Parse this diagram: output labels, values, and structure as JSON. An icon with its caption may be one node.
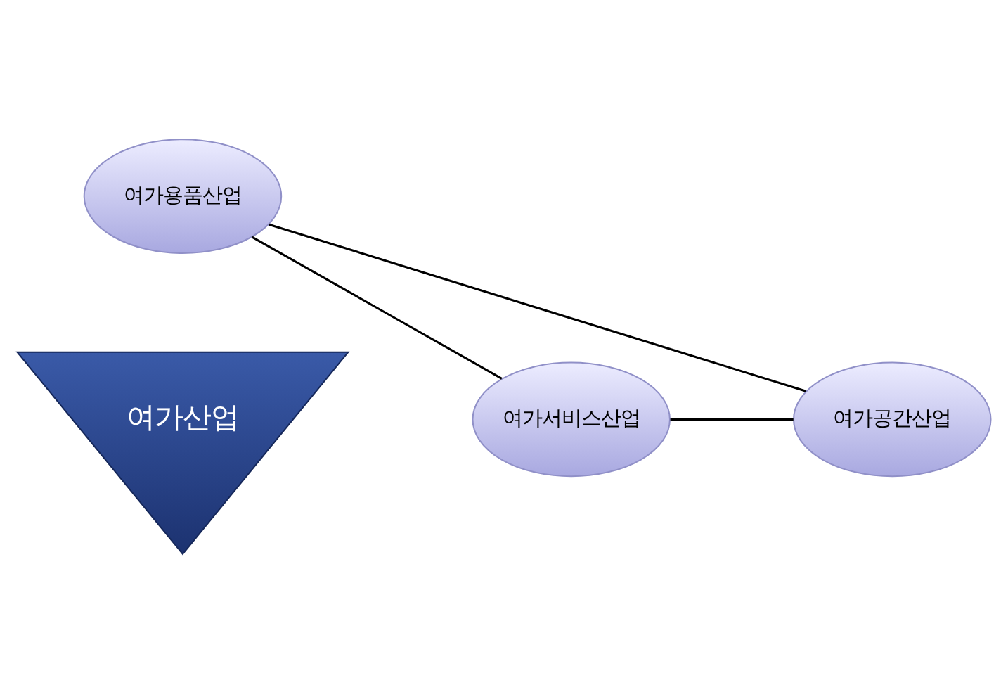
{
  "diagram": {
    "nodes": [
      {
        "text": [
          "여가용품산업"
        ]
      },
      {
        "text": [
          "여가산업"
        ]
      },
      {
        "text": [
          "여가서비스산업"
        ]
      },
      {
        "text": [
          "여가공간산업"
        ]
      }
    ],
    "edges": [
      {
        "from": 0,
        "to": 2,
        "arrow": "none"
      },
      {
        "from": 0,
        "to": 3,
        "arrow": "none"
      },
      {
        "from": 2,
        "to": 3,
        "arrow": "none"
      }
    ]
  }
}
